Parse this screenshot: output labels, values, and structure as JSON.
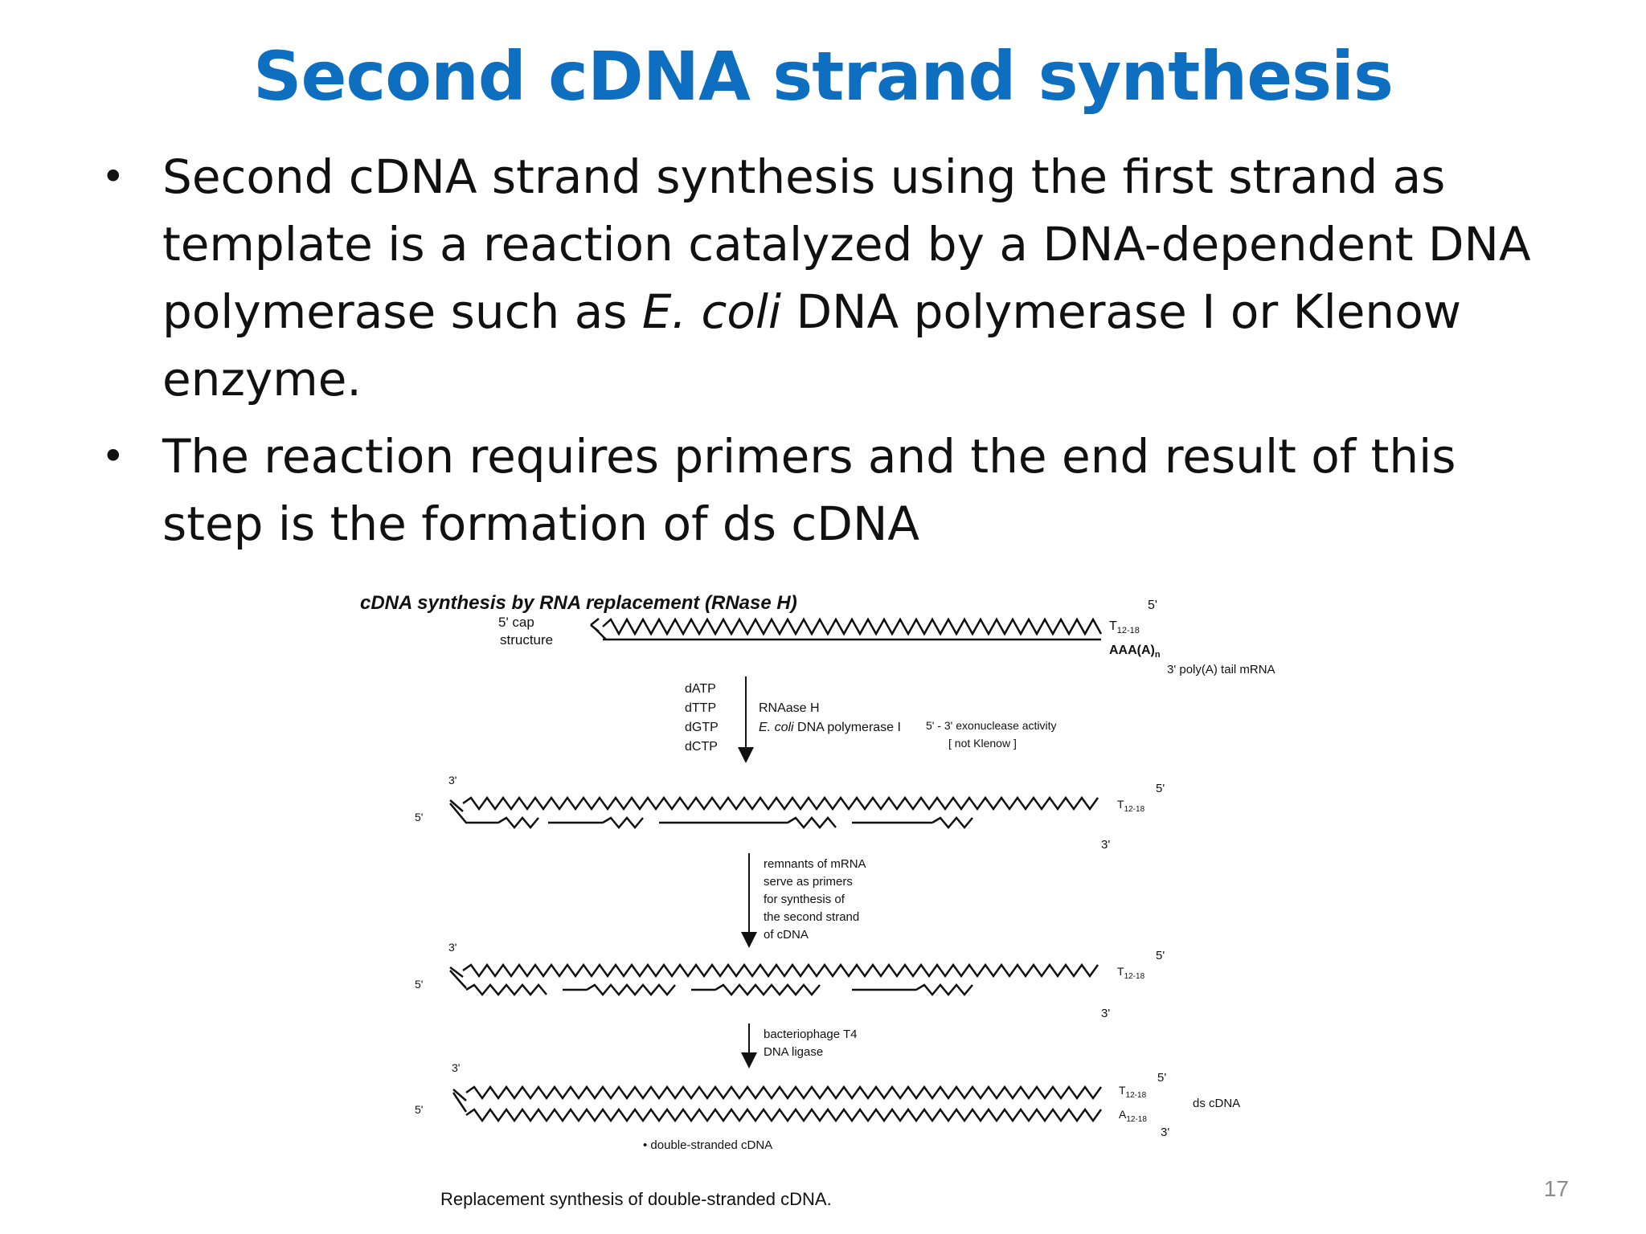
{
  "slide": {
    "title": "Second cDNA strand synthesis",
    "bullets": [
      {
        "text_before": "Second cDNA strand synthesis using the first strand as template is a reaction catalyzed by a DNA-dependent DNA polymerase such as ",
        "text_italic": "E. coli",
        "text_after": " DNA polymerase I or Klenow enzyme."
      },
      {
        "text": " The reaction requires primers and the end result of this step is the formation of ds cDNA"
      }
    ],
    "bullet_glyph": "•",
    "page_number": "17"
  },
  "figure": {
    "heading": "cDNA synthesis by RNA replacement (RNase H)",
    "label_5cap": "5' cap",
    "label_structure": "structure",
    "label_t1218": "T",
    "label_t_sub": "12-18",
    "label_aaa": "AAA(A)",
    "label_aaa_sub": "n",
    "label_polya": "3' poly(A) tail  mRNA",
    "label_5prime": "5'",
    "label_3prime": "3'",
    "nucleotides": [
      "dATP",
      "dTTP",
      "dGTP",
      "dCTP"
    ],
    "step1_rnase": "RNAase H",
    "step1_ecoli": "E. coli",
    "step1_polymerase": " DNA polymerase I",
    "step1_exo": "5' - 3' exonuclease activity",
    "step1_not_klenow": "[ not Klenow ]",
    "step2_lines": [
      "remnants of mRNA",
      "serve as primers",
      "for synthesis of",
      "the second strand",
      "of cDNA"
    ],
    "step3_lines": [
      "bacteriophage T4",
      "DNA ligase"
    ],
    "label_a1218": "A",
    "label_ds_cdna": "ds cDNA",
    "label_double_stranded": "• double-stranded cDNA",
    "caption": "Replacement synthesis of double-stranded cDNA."
  }
}
